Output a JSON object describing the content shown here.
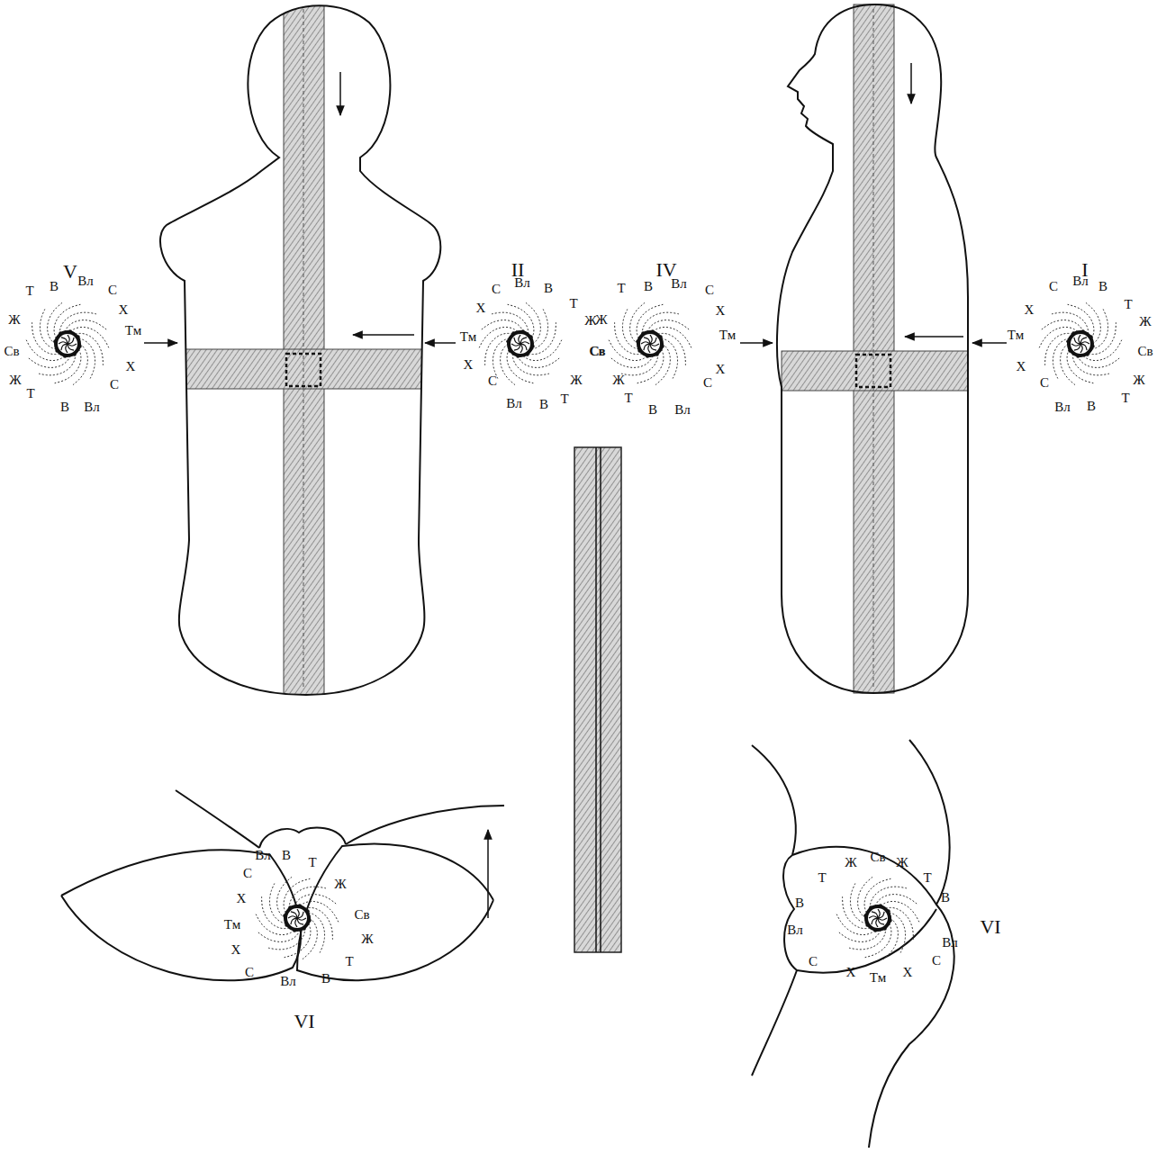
{
  "diagram": {
    "labels": [
      "V",
      "В",
      "Вл",
      "С",
      "Т",
      "Х",
      "Ж",
      "Тм",
      "Св",
      "Х",
      "Ж",
      "С",
      "Т",
      "В",
      "Вл",
      "II",
      "С",
      "Вл",
      "В",
      "Х",
      "Т",
      "Ж",
      "Тм",
      "Св",
      "Х",
      "Ж",
      "С",
      "Т",
      "Вл",
      "В",
      "IV",
      "Т",
      "В",
      "Вл",
      "С",
      "Ж",
      "Х",
      "Св",
      "Тм",
      "Х",
      "Ж",
      "С",
      "Т",
      "В",
      "Вл",
      "I",
      "С",
      "Вл",
      "В",
      "Х",
      "Т",
      "Ж",
      "Тм",
      "Св",
      "Х",
      "Ж",
      "С",
      "Т",
      "Вл",
      "В",
      "Вл",
      "В",
      "Т",
      "С",
      "Ж",
      "Х",
      "Св",
      "Тм",
      "Ж",
      "Х",
      "Т",
      "С",
      "В",
      "Вл",
      "VI",
      "Ж",
      "Св",
      "Ж",
      "Т",
      "Т",
      "В",
      "В",
      "Вл",
      "Вл",
      "С",
      "С",
      "Х",
      "Тм",
      "Х",
      "VI"
    ]
  }
}
